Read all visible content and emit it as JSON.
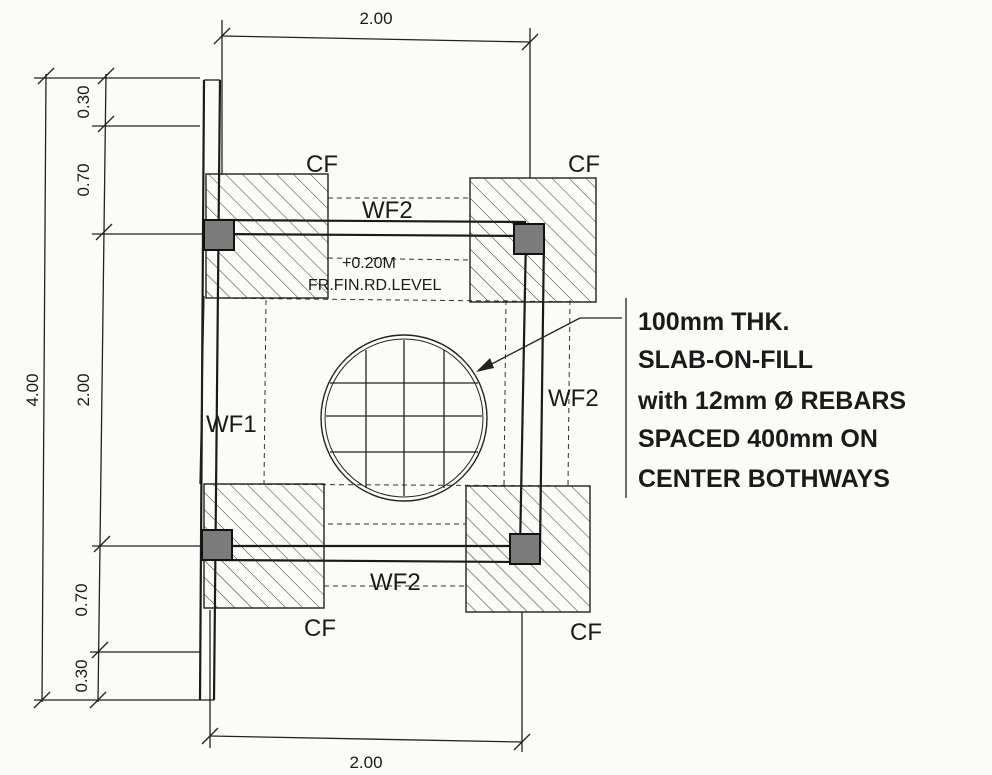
{
  "dimensions": {
    "top_width": "2.00",
    "bottom_width": "2.00",
    "overall_height": "4.00",
    "segments": [
      "0.30",
      "0.70",
      "2.00",
      "0.70",
      "0.30"
    ]
  },
  "labels": {
    "cf": "CF",
    "wf1": "WF1",
    "wf2": "WF2",
    "elevation": "+0.20M",
    "elevation_ref": "FR.FIN.RD.LEVEL"
  },
  "note": {
    "lines": [
      "100mm THK.",
      "SLAB-ON-FILL",
      "with 12mm Ø REBARS",
      "SPACED 400mm ON",
      "CENTER BOTHWAYS"
    ]
  }
}
